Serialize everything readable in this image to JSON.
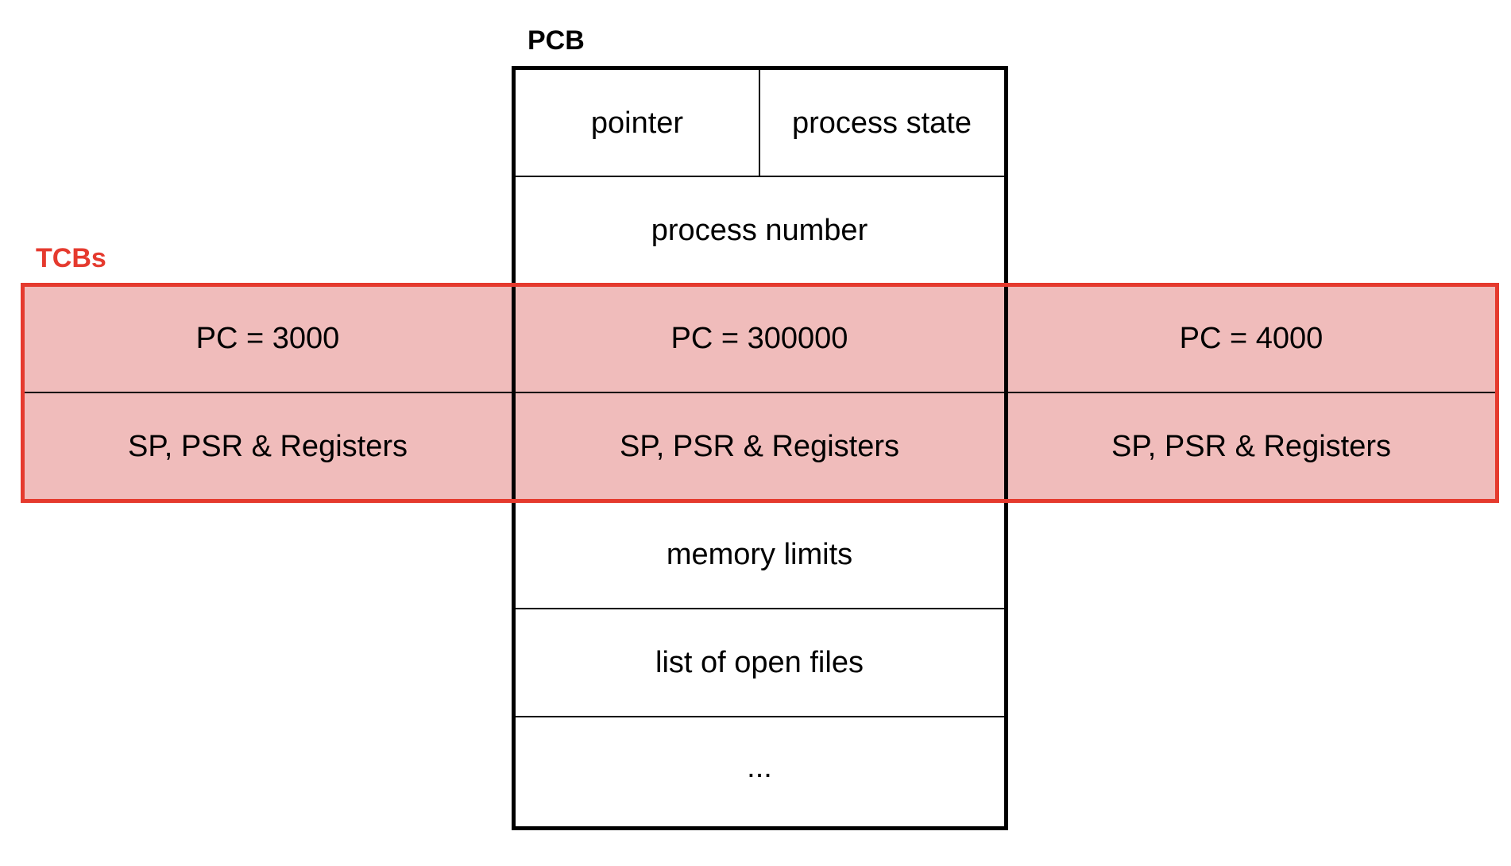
{
  "pcb": {
    "title": "PCB",
    "pointer": "pointer",
    "process_state": "process state",
    "process_number": "process number",
    "memory_limits": "memory limits",
    "open_files": "list of open files",
    "ellipsis": "..."
  },
  "tcbs": {
    "title": "TCBs",
    "threads": [
      {
        "pc": "PC = 3000",
        "regs": "SP, PSR & Registers"
      },
      {
        "pc": "PC = 300000",
        "regs": "SP, PSR & Registers"
      },
      {
        "pc": "PC = 4000",
        "regs": "SP, PSR & Registers"
      }
    ]
  },
  "colors": {
    "tcb_fill": "#f0bcbb",
    "tcb_border": "#e53a2e",
    "tcb_label": "#e53a2e",
    "outline": "#000000"
  }
}
